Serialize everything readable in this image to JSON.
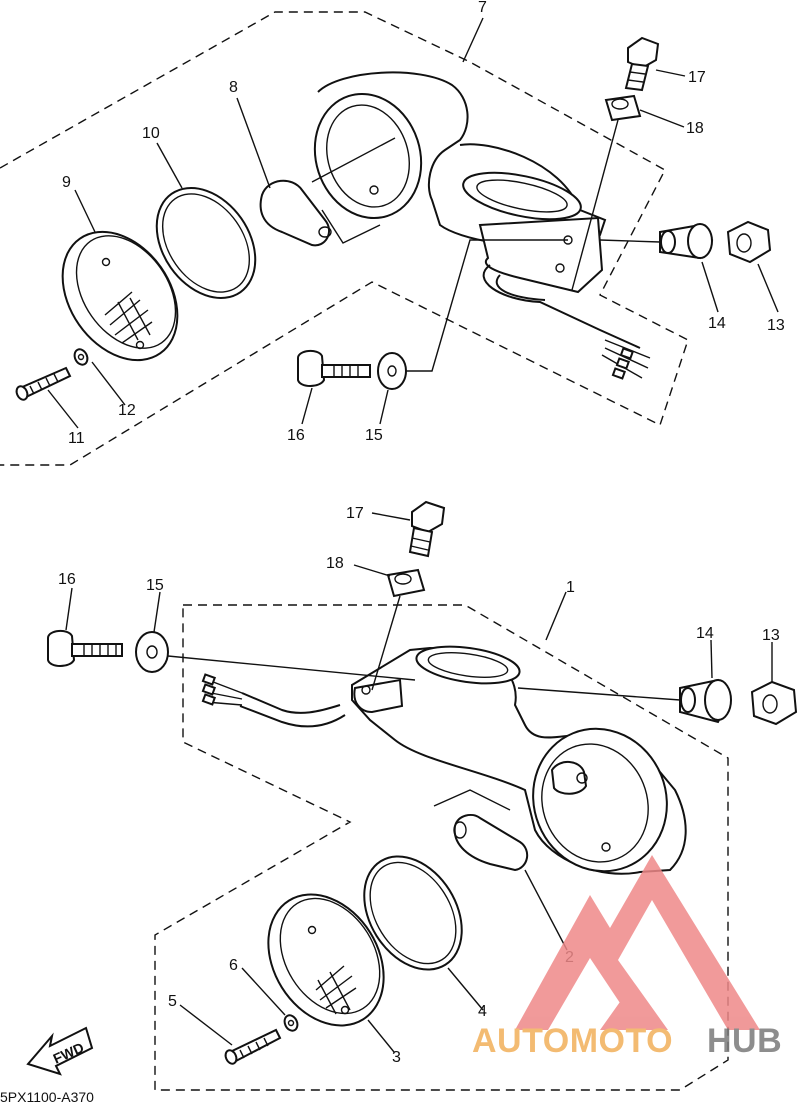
{
  "diagram": {
    "drawing_code": "5PX1100-A370",
    "direction_label": "FWD",
    "watermark": {
      "text_a": "AUTOMOTO",
      "text_b": "HUB",
      "color_a": "#f2b05a",
      "color_b": "#7a7a7a",
      "mark_color": "#ee8888"
    },
    "upper_callouts": {
      "c7": "7",
      "c8": "8",
      "c9": "9",
      "c10": "10",
      "c11": "11",
      "c12": "12",
      "c13": "13",
      "c14": "14",
      "c15": "15",
      "c16": "16",
      "c17": "17",
      "c18": "18"
    },
    "lower_callouts": {
      "c1": "1",
      "c2": "2",
      "c3": "3",
      "c4": "4",
      "c5": "5",
      "c6": "6",
      "c13": "13",
      "c14": "14",
      "c15": "15",
      "c16": "16",
      "c17": "17",
      "c18": "18"
    }
  }
}
